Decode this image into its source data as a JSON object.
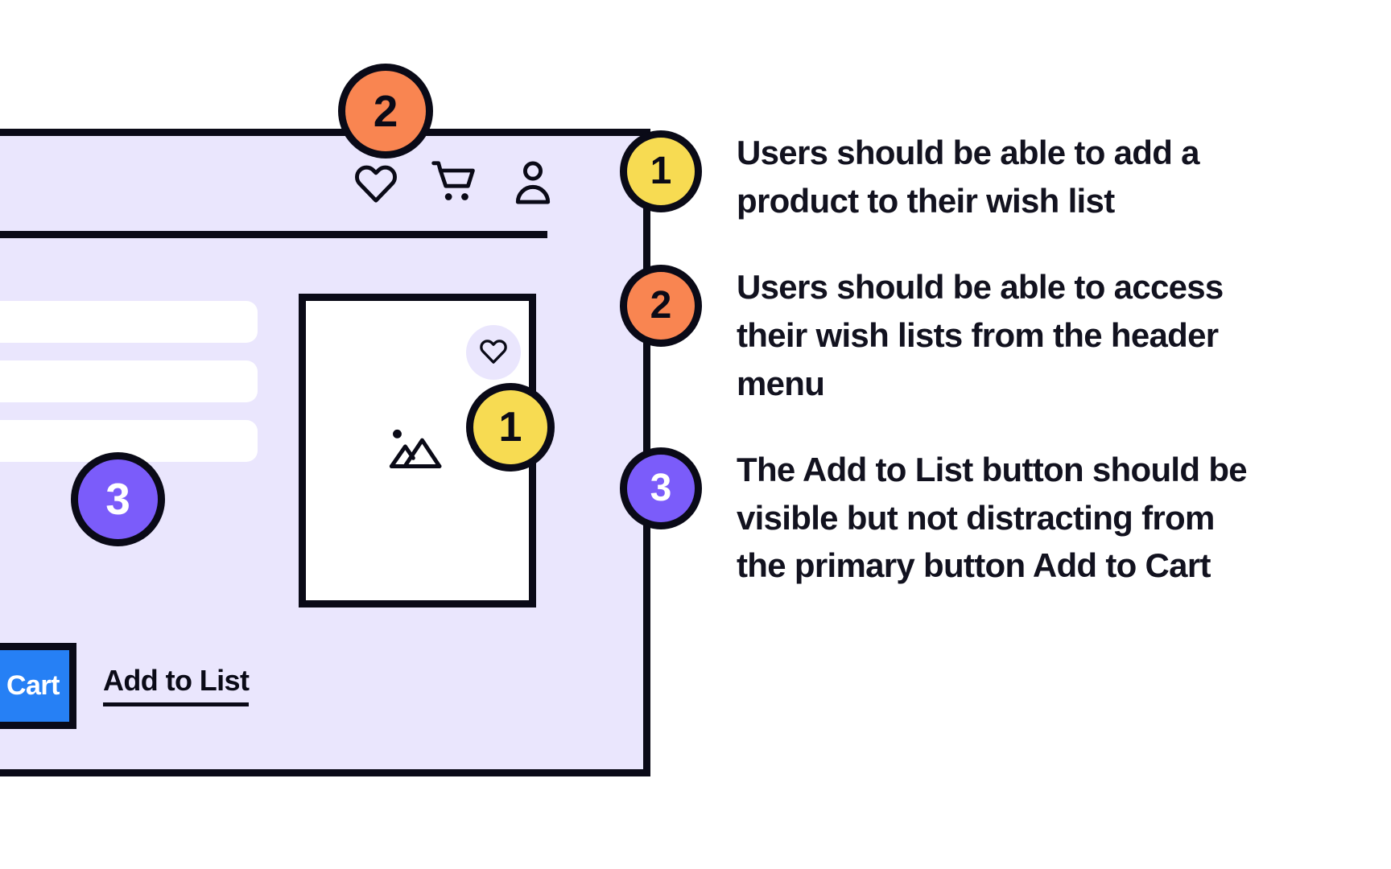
{
  "wireframe": {
    "header": {
      "icons": [
        {
          "name": "heart-icon",
          "label": "Wish list"
        },
        {
          "name": "shopping-cart-icon",
          "label": "Cart"
        },
        {
          "name": "user-account-icon",
          "label": "Account"
        }
      ]
    },
    "form": {
      "fields": [
        "",
        "",
        ""
      ]
    },
    "actions": {
      "primary_button_label": "Add to Cart",
      "primary_button_visible_text": "Cart",
      "secondary_link_label": "Add to List"
    },
    "product_card": {
      "favorite_icon": "heart-icon",
      "image_placeholder_icon": "image-placeholder-icon"
    },
    "markers": [
      {
        "number": "2",
        "color": "#f98551"
      },
      {
        "number": "1",
        "color": "#f7db52"
      },
      {
        "number": "3",
        "color": "#7b5cfa"
      }
    ]
  },
  "legend": {
    "items": [
      {
        "number": "1",
        "color": "#f7db52",
        "text": "Users should be able to add a product to their wish list"
      },
      {
        "number": "2",
        "color": "#f98551",
        "text": "Users should be able to access their wish lists from the header menu"
      },
      {
        "number": "3",
        "color": "#7b5cfa",
        "text": "The Add to List button should be visible but not distracting from the primary button Add to Cart"
      }
    ]
  },
  "colors": {
    "panel_background": "#eae6fd",
    "outline": "#0a0a17",
    "primary_button": "#2680f5",
    "yellow": "#f7db52",
    "orange": "#f98551",
    "purple": "#7b5cfa",
    "page_background": "#ffffff"
  }
}
